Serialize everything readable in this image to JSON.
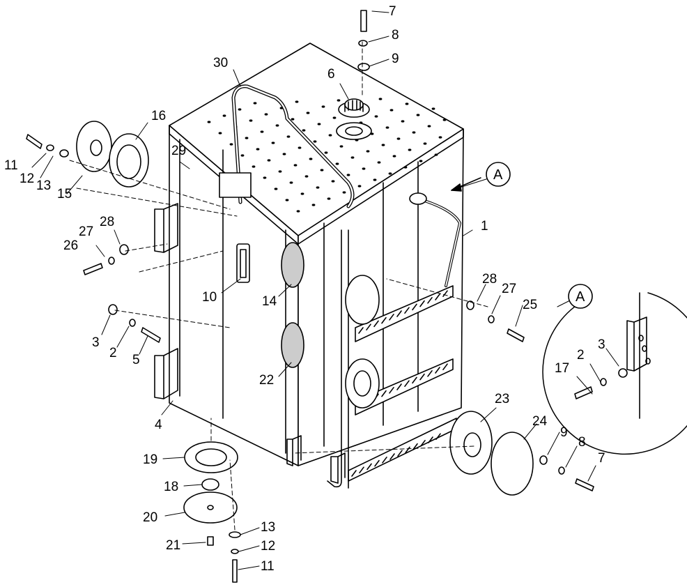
{
  "diagram": {
    "callouts": [
      "7",
      "8",
      "9",
      "6",
      "30",
      "16",
      "29",
      "11",
      "12",
      "13",
      "15",
      "A",
      "1",
      "28",
      "27",
      "26",
      "10",
      "14",
      "28",
      "27",
      "25",
      "3",
      "2",
      "5",
      "22",
      "4",
      "23",
      "24",
      "9",
      "8",
      "7",
      "19",
      "18",
      "20",
      "13",
      "21",
      "12",
      "11"
    ],
    "detail_view": {
      "label": "A",
      "callouts": [
        "17",
        "2",
        "3"
      ]
    }
  }
}
